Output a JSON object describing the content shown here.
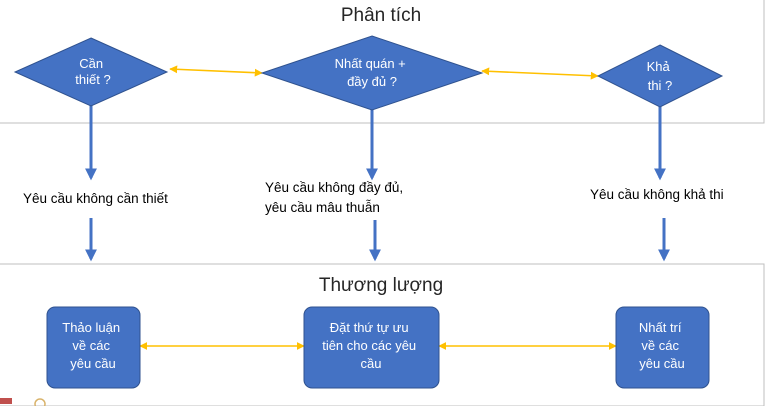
{
  "colors": {
    "node_fill": "#4472c4",
    "node_stroke": "#2f528f",
    "down_arrow": "#4472c4",
    "link_arrow": "#ffc000",
    "panel_border": "#bfbfbf",
    "title_text": "#262626"
  },
  "top_panel": {
    "title": "Phân tích",
    "nodes": [
      {
        "id": "can-thiet",
        "shape": "diamond",
        "lines": [
          "Cần",
          "thiết ?"
        ]
      },
      {
        "id": "nhat-quan",
        "shape": "diamond",
        "lines": [
          "Nhất quán +",
          "đầy đủ ?"
        ]
      },
      {
        "id": "kha-thi",
        "shape": "diamond",
        "lines": [
          "Khả",
          "thi ?"
        ]
      }
    ]
  },
  "middle_labels": [
    {
      "id": "khong-can-thiet",
      "lines": [
        "Yêu cầu không cần thiết"
      ]
    },
    {
      "id": "khong-day-du",
      "lines": [
        "Yêu cầu không đầy đủ,",
        "yêu cầu mâu thuẫn"
      ]
    },
    {
      "id": "khong-kha-thi",
      "lines": [
        "Yêu cầu không khả thi"
      ]
    }
  ],
  "bottom_panel": {
    "title": "Thương lượng",
    "nodes": [
      {
        "id": "thao-luan",
        "shape": "rounded-rect",
        "lines": [
          "Thảo luận",
          "về các",
          "yêu cầu"
        ]
      },
      {
        "id": "dat-thu-tu",
        "shape": "rounded-rect",
        "lines": [
          "Đặt thứ tự ưu",
          "tiên cho các yêu",
          "cầu"
        ]
      },
      {
        "id": "nhat-tri",
        "shape": "rounded-rect",
        "lines": [
          "Nhất trí",
          "về các",
          "yêu cầu"
        ]
      }
    ]
  }
}
